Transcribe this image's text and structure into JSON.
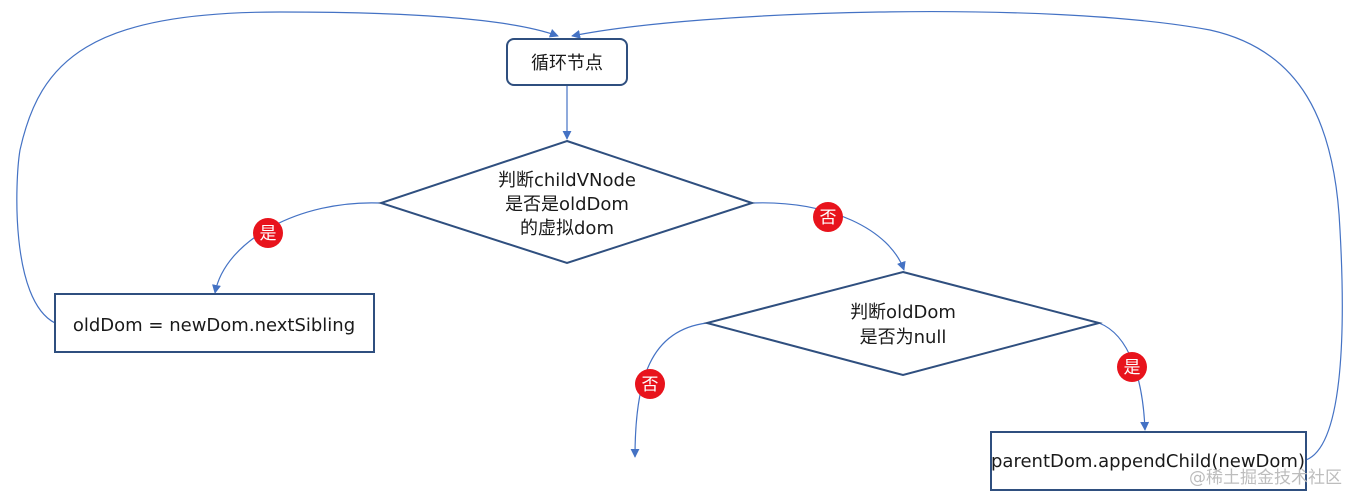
{
  "nodes": {
    "loop": {
      "label": "循环节点"
    },
    "decision_virtual": {
      "lines": [
        "判断childVNode",
        "是否是oldDom",
        "的虚拟dom"
      ]
    },
    "next_sibling": {
      "label": "oldDom = newDom.nextSibling"
    },
    "decision_null": {
      "lines": [
        "判断oldDom",
        "是否为null"
      ]
    },
    "append": {
      "label": "parentDom.appendChild(newDom)"
    }
  },
  "edge_labels": {
    "virtual_yes": "是",
    "virtual_no": "否",
    "null_no": "否",
    "null_yes": "是"
  },
  "watermark": "@稀土掘金技术社区",
  "colors": {
    "box_border": "#2f4f7f",
    "edge": "#4472c4",
    "badge": "#e8131c"
  }
}
